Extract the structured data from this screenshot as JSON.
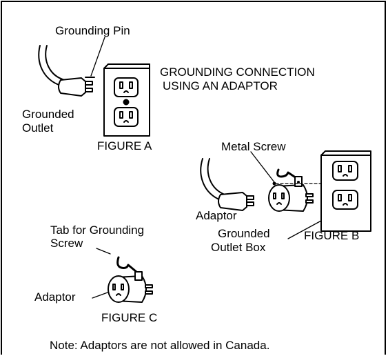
{
  "figure_a": {
    "caption": "FIGURE A",
    "pin_label": "Grounding Pin",
    "outlet_label_line1": "Grounded",
    "outlet_label_line2": "Outlet",
    "title_line1": "GROUNDING CONNECTION",
    "title_line2": "USING AN ADAPTOR"
  },
  "figure_b": {
    "caption": "FIGURE B",
    "screw_label": "Metal Screw",
    "adaptor_label": "Adaptor",
    "box_label_line1": "Grounded",
    "box_label_line2": "Outlet Box"
  },
  "figure_c": {
    "caption": "FIGURE C",
    "tab_label_line1": "Tab for Grounding",
    "tab_label_line2": "Screw",
    "adaptor_label": "Adaptor"
  },
  "note": "Note:  Adaptors are not allowed in Canada.",
  "colors": {
    "ink": "#000000",
    "paper": "#ffffff"
  }
}
